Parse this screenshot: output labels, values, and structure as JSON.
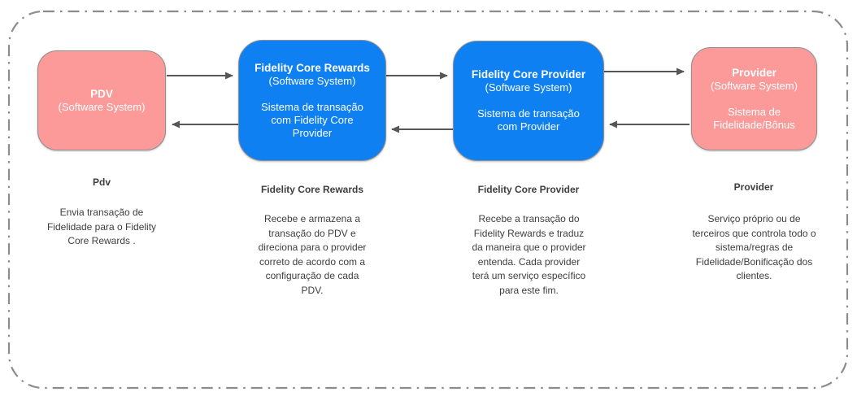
{
  "diagram": {
    "colors": {
      "primary_box": "#0e80f2",
      "external_box": "#fc9999",
      "box_border": "#8f8f8f",
      "box_text": "#ffffff",
      "boundary": "#8c8c8c",
      "arrow": "#575757",
      "text": "#3e3e3e"
    },
    "boxes": {
      "pdv": {
        "title": "PDV",
        "type": "(Software System)",
        "description": ""
      },
      "rewards": {
        "title": "Fidelity Core Rewards",
        "type": "(Software System)",
        "description": "Sistema de transação com Fidelity Core Provider"
      },
      "core_provider": {
        "title": "Fidelity Core Provider",
        "type": "(Software System)",
        "description": "Sistema de transação com Provider"
      },
      "provider": {
        "title": "Provider",
        "type": "(Software System)",
        "description": "Sistema de Fidelidade/Bônus"
      }
    },
    "captions": {
      "pdv": "Pdv",
      "rewards": "Fidelity Core Rewards",
      "core_provider": "Fidelity Core Provider",
      "provider": "Provider"
    },
    "notes": {
      "pdv": "Envia transação de Fidelidade para o Fidelity Core Rewards .",
      "rewards": "Recebe e armazena a transação do PDV e direciona para o provider correto de acordo com a configuração de cada PDV.",
      "core_provider": "Recebe a transação do Fidelity Rewards e traduz da maneira que o provider entenda. Cada provider terá um serviço específico para este fim.",
      "provider": "Serviço próprio ou de terceiros que controla todo o sistema/regras de Fidelidade/Bonificação dos clientes."
    }
  }
}
